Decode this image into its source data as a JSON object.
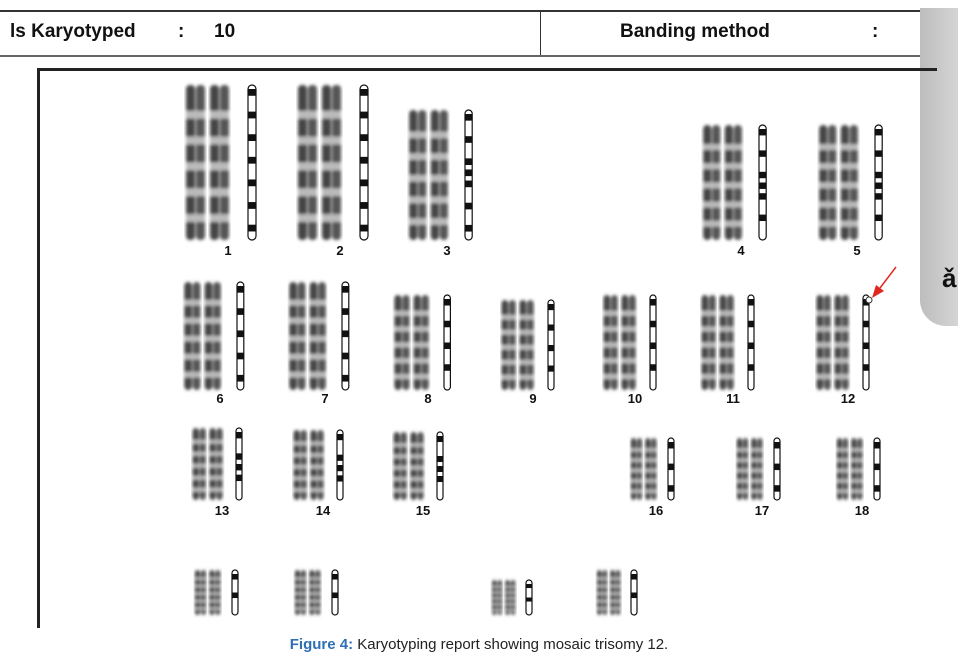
{
  "header": {
    "cells_label": "ls Karyotyped",
    "cells_colon": ":",
    "cells_value": "10",
    "banding_label": "Banding method",
    "banding_colon": ":",
    "banding_value": ""
  },
  "side_panel_glyph": "ǎ",
  "karyotype": {
    "labels": [
      "1",
      "2",
      "3",
      "4",
      "5",
      "6",
      "7",
      "8",
      "9",
      "10",
      "11",
      "12",
      "13",
      "14",
      "15",
      "16",
      "17",
      "18"
    ],
    "highlight_chromosome": "12",
    "arrow_color": "#e0261f"
  },
  "caption": {
    "label": "Figure 4:",
    "text": " Karyotyping report showing mosaic trisomy 12."
  }
}
